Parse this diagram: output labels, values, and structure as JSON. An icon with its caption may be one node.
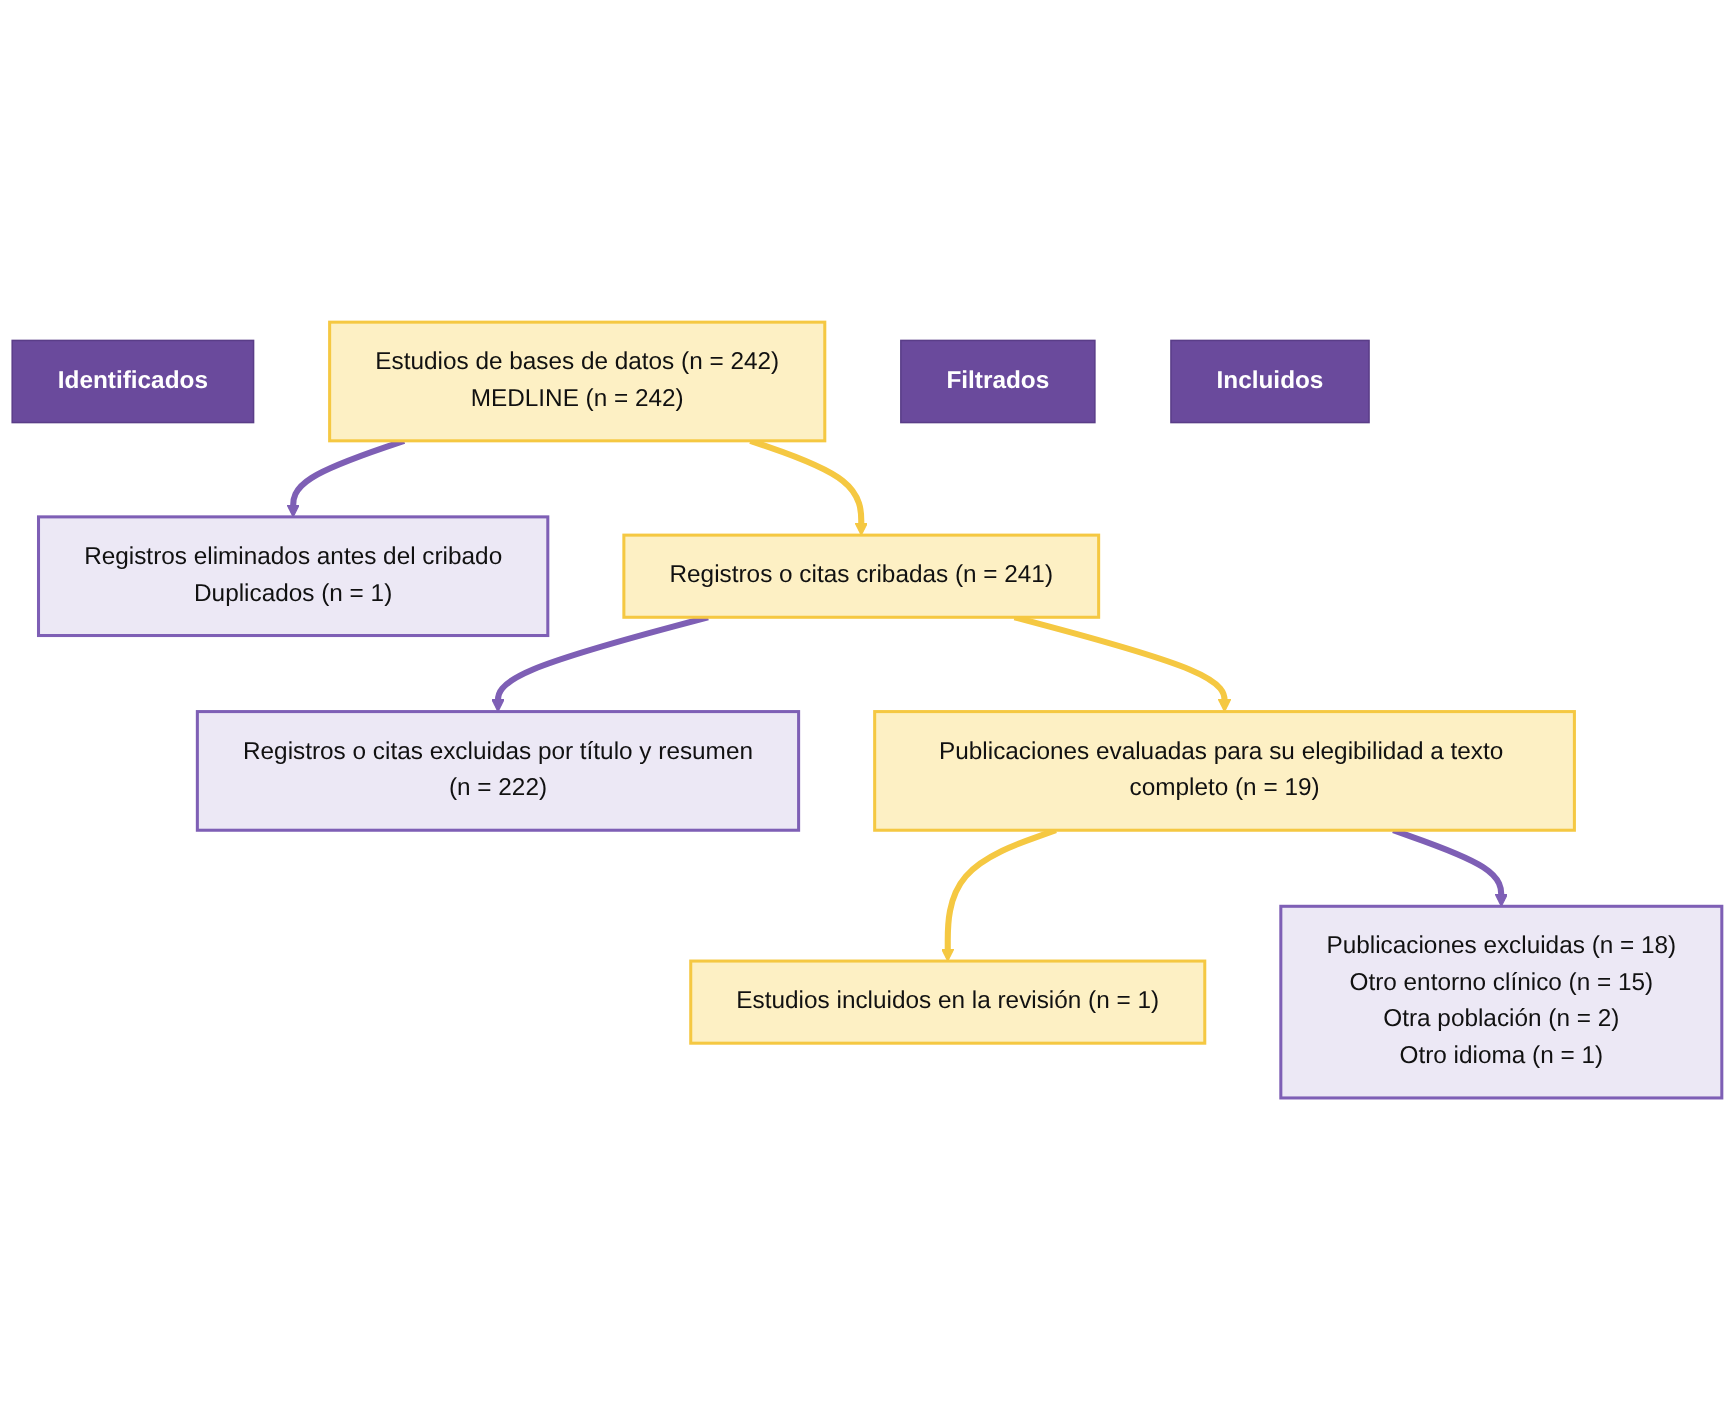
{
  "diagram": {
    "nodes": [
      {
        "text": [
          "Identificados"
        ]
      },
      {
        "text": [
          "Estudios de bases de datos (n = 242)",
          "MEDLINE (n = 242)"
        ]
      },
      {
        "text": [
          "Registros eliminados antes del cribado",
          "Duplicados (n = 1)"
        ]
      },
      {
        "text": [
          "Filtrados"
        ]
      },
      {
        "text": [
          "Registros o citas cribadas (n = 241)"
        ]
      },
      {
        "text": [
          "Registros o citas excluidas por título y resumen",
          "(n = 222)"
        ]
      },
      {
        "text": [
          "Publicaciones evaluadas para su elegibilidad a texto completo (n = 19)"
        ]
      },
      {
        "text": [
          "Publicaciones excluidas (n = 18)",
          "Otro entorno clínico (n = 15)",
          "Otra población (n = 2)",
          "Otro idioma (n = 1)"
        ]
      },
      {
        "text": [
          "Incluidos"
        ]
      },
      {
        "text": [
          "Estudios incluidos en la revisión (n = 1)"
        ]
      }
    ],
    "edges": [
      {
        "from": 1,
        "to": 4,
        "arrow": "to",
        "color": "#f5c842"
      },
      {
        "from": 1,
        "to": 2,
        "arrow": "to",
        "color": "#7e5fb5"
      },
      {
        "from": 4,
        "to": 6,
        "arrow": "to",
        "color": "#f5c842"
      },
      {
        "from": 4,
        "to": 5,
        "arrow": "to",
        "color": "#7e5fb5"
      },
      {
        "from": 6,
        "to": 9,
        "arrow": "to",
        "color": "#f5c842"
      },
      {
        "from": 6,
        "to": 7,
        "arrow": "to",
        "color": "#7e5fb5"
      }
    ]
  }
}
